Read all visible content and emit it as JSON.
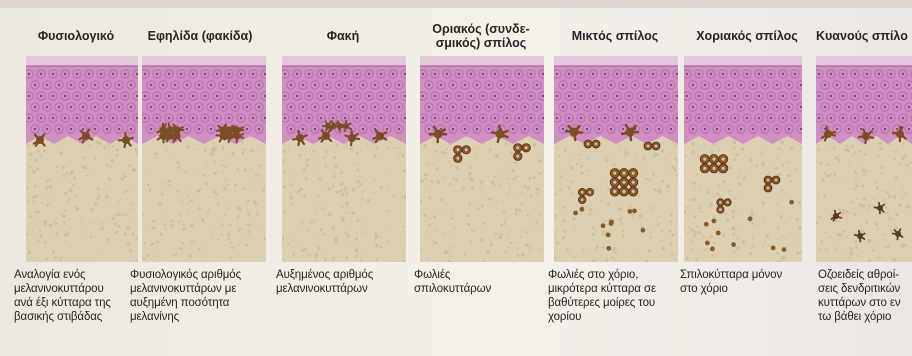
{
  "panels": [
    {
      "title": "Φυσιολογικό",
      "caption": "Αναλογία ενός\nμελανινοκυττάρου\nανά έξι κύτταρα της\nβασικής στιβάδας"
    },
    {
      "title": "Εφηλίδα (φακίδα)",
      "caption": "Φυσιολογικός αριθμός\nμελανινοκυττάρων με\nαυξημένη ποσότητα\nμελανίνης"
    },
    {
      "title": "Φακή",
      "caption": "Αυξημένος αριθμός\nμελανινοκυττάρων"
    },
    {
      "title": "Οριακός (συνδε-\nσμικός) σπίλος",
      "caption": "Φωλιές\nσπιλοκυττάρων"
    },
    {
      "title": "Μικτός σπίλος",
      "caption": "Φωλιές στο χόριο,\nμικρότερα κύτταρα σε\nβαθύτερες μοίρες του\nχορίου"
    },
    {
      "title": "Χοριακός σπίλος",
      "caption": "Σπιλοκύτταρα μόνον\nστο χόριο"
    },
    {
      "title": "Κυανούς σπίλο",
      "caption": "Οζοειδείς αθροί-\nσεις δενδριτικών\nκυττάρων στο εν\nτω βάθει χόριο"
    }
  ],
  "colors": {
    "epidermis": "#cf8fc3",
    "epidermis_top": "#e3c8dd",
    "dermis": "#dccfb2",
    "melanin": "#7a4e22",
    "nevus_cell": "#8a5a2a",
    "blue_cell": "#5a3a22"
  }
}
